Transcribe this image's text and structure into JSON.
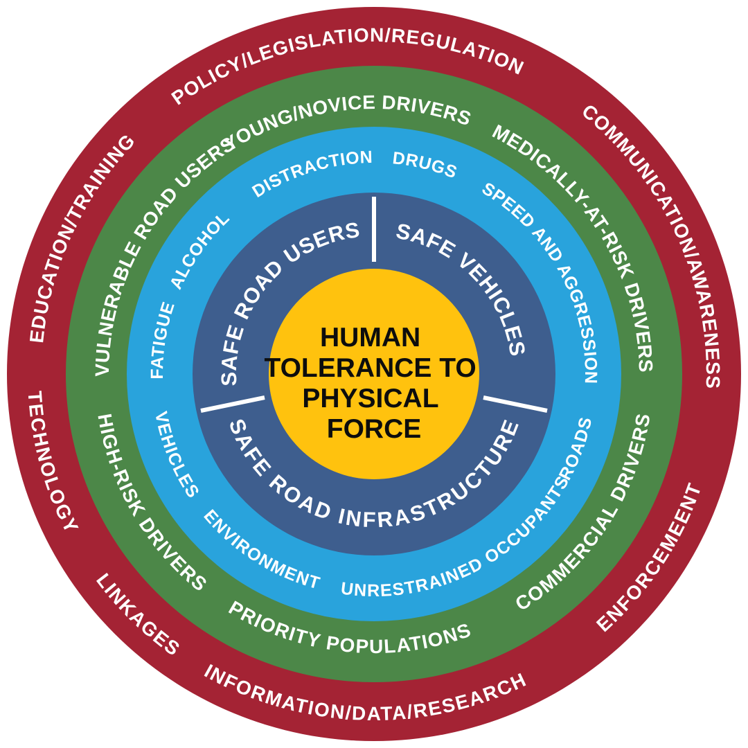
{
  "center": {
    "lines": [
      "HUMAN",
      "TOLERANCE TO",
      "PHYSICAL",
      "FORCE"
    ]
  },
  "rings": {
    "pillars": {
      "labels": {
        "road_users": "SAFE ROAD USERS",
        "vehicles": "SAFE VEHICLES",
        "infrastructure": "SAFE ROAD INFRASTRUCTURE"
      }
    },
    "risk_factors": {
      "labels": {
        "distraction": "DISTRACTION",
        "drugs": "DRUGS",
        "speed": "SPEED AND AGGRESSION",
        "roads": "ROADS",
        "unrestrained": "UNRESTRAINED OCCUPANTS",
        "environment": "ENVIRONMENT",
        "vehicles": "VEHICLES",
        "fatigue": "FATIGUE",
        "alcohol": "ALCOHOL"
      }
    },
    "populations": {
      "labels": {
        "young": "YOUNG/NOVICE DRIVERS",
        "medically": "MEDICALLY-AT-RISK DRIVERS",
        "commercial": "COMMERCIAL DRIVERS",
        "priority": "PRIORITY POPULATIONS",
        "high_risk": "HIGH-RISK DRIVERS",
        "vulnerable": "VULNERABLE ROAD USERS"
      }
    },
    "strategies": {
      "labels": {
        "policy": "POLICY/LEGISLATION/REGULATION",
        "communication": "COMMUNICATION/AWARENESS",
        "enforcement": "ENFORCEMEENT",
        "information": "INFORMATION/DATA/RESEARCH",
        "linkages": "LINKAGES",
        "technology": "TECHNOLOGY",
        "education": "EDUCATION/TRAINING"
      }
    }
  },
  "colors": {
    "outer_ring": "#A42334",
    "populations_ring": "#4C8748",
    "risk_factors_ring": "#29A3DC",
    "pillars_ring": "#3E5E8E",
    "center_circle": "#FFC20E",
    "ring_text": "#FFFFFF",
    "center_text": "#0D0D0D",
    "divider": "#FFFFFF",
    "background": "#FFFFFF"
  }
}
